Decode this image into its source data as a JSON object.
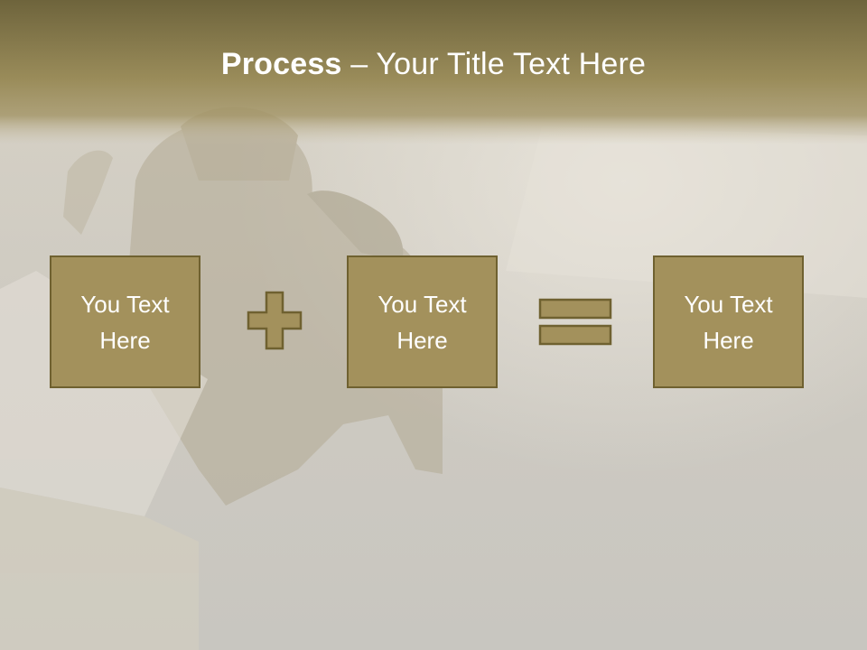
{
  "title": {
    "bold": "Process",
    "dash": " – ",
    "rest": "Your Title Text Here"
  },
  "boxes": [
    {
      "text": "You Text Here"
    },
    {
      "text": "You Text Here"
    },
    {
      "text": "You Text Here"
    }
  ],
  "operators": [
    "plus-icon",
    "equals-icon"
  ],
  "colors": {
    "accent": "#a3915c",
    "accent_border": "#6f6130",
    "title_band": "#8b7e4a",
    "background": "#cac8c2"
  }
}
